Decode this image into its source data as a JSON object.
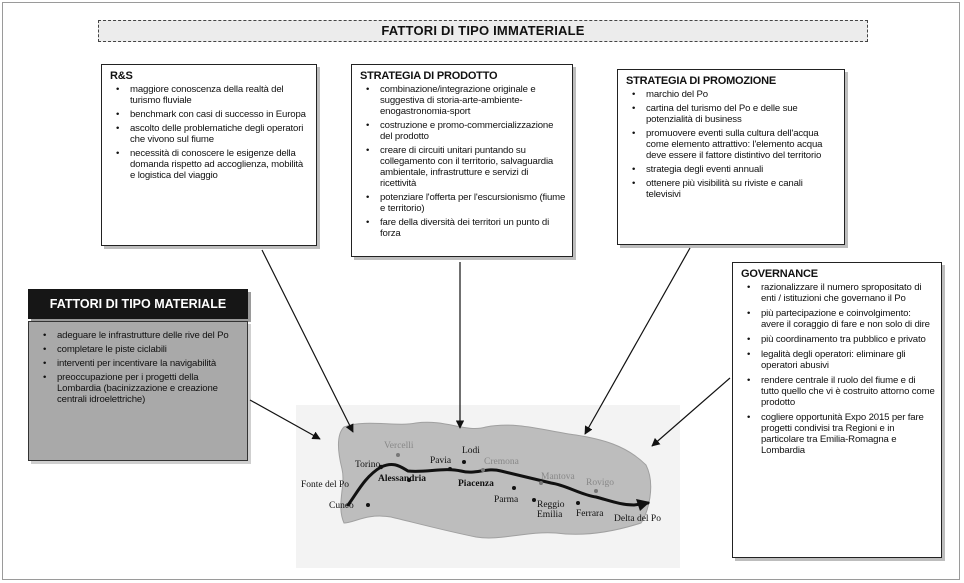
{
  "banner": {
    "title": "FATTORI DI TIPO IMMATERIALE"
  },
  "rs": {
    "title": "R&S",
    "items": [
      "maggiore conoscenza della realtà del turismo fluviale",
      "benchmark con casi di successo in Europa",
      "ascolto delle problematiche degli operatori che vivono sul fiume",
      "necessità di conoscere le esigenze della domanda rispetto ad accoglienza, mobilità e  logistica del viaggio"
    ]
  },
  "prodotto": {
    "title": "STRATEGIA DI PRODOTTO",
    "items": [
      "combinazione/integrazione originale e suggestiva di storia-arte-ambiente-enogastronomia-sport",
      "costruzione e promo-commercializzazione del prodotto",
      "creare di circuiti unitari puntando su collegamento con il territorio, salvaguardia ambientale, infrastrutture e servizi di ricettività",
      "potenziare l'offerta per l'escursionismo (fiume e territorio)",
      "fare della diversità dei territori un punto di forza"
    ]
  },
  "promozione": {
    "title": "STRATEGIA DI PROMOZIONE",
    "items": [
      "marchio del Po",
      "cartina del turismo del Po e delle sue potenzialità di business",
      "promuovere eventi sulla cultura dell'acqua come elemento attrattivo: l'elemento acqua deve essere il fattore distintivo del territorio",
      "strategia degli eventi annuali",
      "ottenere più visibilità su riviste e canali televisivi"
    ]
  },
  "governance": {
    "title": "GOVERNANCE",
    "items": [
      "razionalizzare il numero spropositato di enti / istituzioni che governano il Po",
      "più partecipazione e coinvolgimento: avere il coraggio di fare e non solo di dire",
      "più coordinamento tra pubblico e privato",
      "legalità degli operatori: eliminare gli operatori abusivi",
      "rendere centrale il ruolo del fiume e di tutto quello che vi è costruito attorno come prodotto",
      "cogliere opportunità Expo 2015  per fare progetti condivisi tra Regioni e in particolare tra Emilia-Romagna e Lombardia"
    ]
  },
  "materiale": {
    "title": "FATTORI DI TIPO MATERIALE",
    "items": [
      "adeguare le infrastrutture delle rive del Po",
      "completare le piste ciclabili",
      "interventi per incentivare la navigabilità",
      "preoccupazione per i progetti della Lombardia (bacinizzazione e creazione centrali idroelettriche)"
    ]
  },
  "map": {
    "cities": {
      "torino": "Torino",
      "vercelli": "Vercelli",
      "pavia": "Pavia",
      "lodi": "Lodi",
      "cremona": "Cremona",
      "mantova": "Mantova",
      "rovigo": "Rovigo",
      "fonte": "Fonte del Po",
      "alessandria": "Alessandria",
      "piacenza": "Piacenza",
      "parma": "Parma",
      "reggio1": "Reggio",
      "reggio2": "Emilia",
      "ferrara": "Ferrara",
      "delta": "Delta del Po",
      "cuneo": "Cuneo"
    }
  }
}
